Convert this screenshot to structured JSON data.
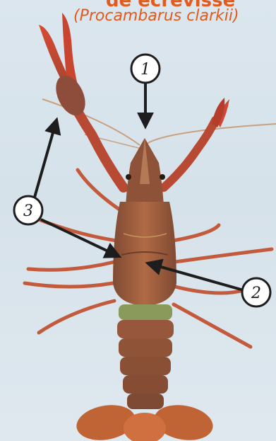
{
  "title": {
    "line1_partial": "de écrevisse",
    "line2_partial": "(Procambarus clarkii)"
  },
  "markers": [
    {
      "id": "1",
      "label": "1"
    },
    {
      "id": "2",
      "label": "2"
    },
    {
      "id": "3",
      "label": "3"
    }
  ],
  "colors": {
    "title": "#e25a1c",
    "body": "#9b5b3c",
    "claw": "#c8442e",
    "band": "#8a9a5a",
    "arrow": "#1d1d1d",
    "background": "#d9e4ec"
  }
}
